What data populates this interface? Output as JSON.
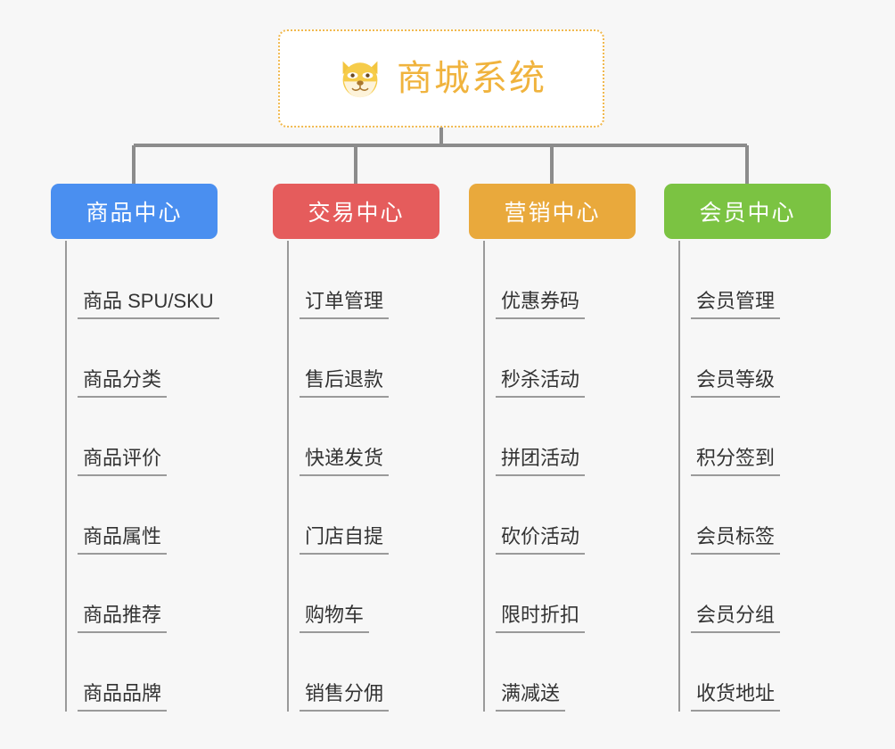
{
  "page": {
    "background_color": "#f7f7f7",
    "diagram_type": "mind-map"
  },
  "root": {
    "title": "商城系统",
    "icon": "dog-face-emoji",
    "border_color": "#f1b94f",
    "text_color": "#f0b33d",
    "background_color": "#ffffff"
  },
  "branches": [
    {
      "label": "商品中心",
      "color": "#4a8ff0",
      "items": [
        "商品 SPU/SKU",
        "商品分类",
        "商品评价",
        "商品属性",
        "商品推荐",
        "商品品牌"
      ]
    },
    {
      "label": "交易中心",
      "color": "#e55c5c",
      "items": [
        "订单管理",
        "售后退款",
        "快递发货",
        "门店自提",
        "购物车",
        "销售分佣"
      ]
    },
    {
      "label": "营销中心",
      "color": "#e9a93c",
      "items": [
        "优惠券码",
        "秒杀活动",
        "拼团活动",
        "砍价活动",
        "限时折扣",
        "满减送"
      ]
    },
    {
      "label": "会员中心",
      "color": "#7bc342",
      "items": [
        "会员管理",
        "会员等级",
        "积分签到",
        "会员标签",
        "会员分组",
        "收货地址"
      ]
    }
  ],
  "connectors": {
    "line_color": "#8c8c8c",
    "line_width": 4
  }
}
